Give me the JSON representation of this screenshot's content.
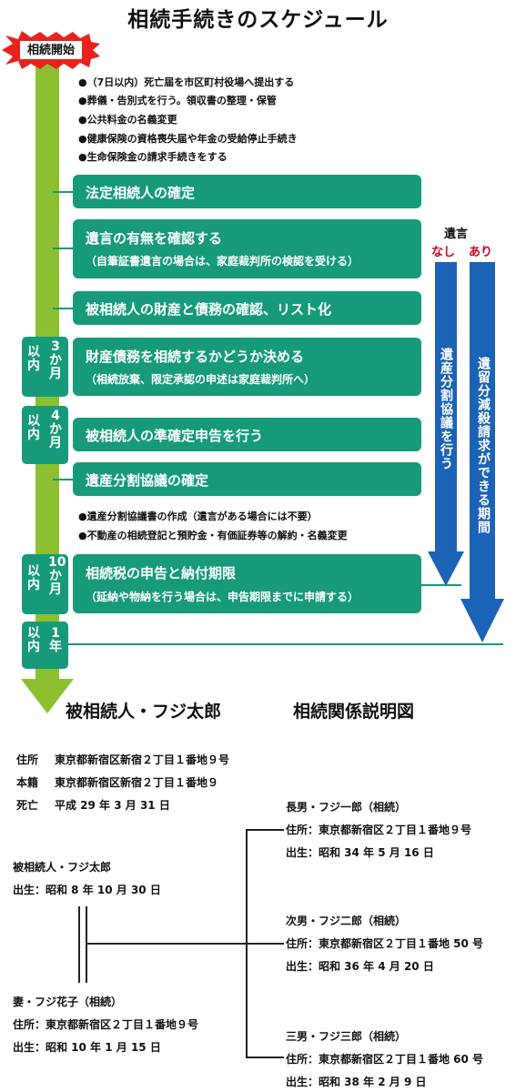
{
  "title": "相続手続きのスケジュール",
  "start_label": "相続開始",
  "initial_items": [
    "●（7日以内）死亡届を市区町村役場へ提出する",
    "●葬儀・告別式を行う。領収書の整理・保管",
    "●公共料金の名義変更",
    "●健康保険の資格喪失届や年金の受給停止手続き",
    "●生命保険金の請求手続きをする"
  ],
  "stages": [
    {
      "main": "法定相続人の確定",
      "sub": ""
    },
    {
      "main": "遺言の有無を確認する",
      "sub": "（自筆証書遺言の場合は、家庭裁判所の検認を受ける）"
    },
    {
      "main": "被相続人の財産と債務の確認、リスト化",
      "sub": ""
    },
    {
      "main": "財産債務を相続するかどうか決める",
      "sub": "（相続放棄、限定承認の申述は家庭裁判所へ）"
    },
    {
      "main": "被相続人の準確定申告を行う",
      "sub": ""
    },
    {
      "main": "遺産分割協議の確定",
      "sub": ""
    },
    {
      "main": "相続税の申告と納付期限",
      "sub": "（延納や物納を行う場合は、申告期限までに申請する）"
    }
  ],
  "post_items": [
    "●遺産分割協議書の作成（遺言がある場合には不要）",
    "●不動産の相続登記と預貯金・有価証券等の解約・名義変更"
  ],
  "periods": [
    {
      "left": "以内",
      "right": "3か月"
    },
    {
      "left": "以内",
      "right": "4か月"
    },
    {
      "left": "以内",
      "right": "10か月"
    },
    {
      "left": "以内",
      "right": "1年"
    }
  ],
  "will": {
    "label": "遺言",
    "none": "なし",
    "exists": "あり",
    "none_arrow": "遺産分割協議を行う",
    "exists_arrow": "遺留分減殺請求ができる期間"
  },
  "colors": {
    "timeline": "#8cc031",
    "stage": "#169a7a",
    "arrow": "#1b63b6",
    "accent": "#d0021b",
    "burst": "#e8231b"
  },
  "family": {
    "title": "被相続人・フジ太郎",
    "title2": "相続関係説明図",
    "deceased_info": [
      {
        "label": "住所",
        "value": "東京都新宿区新宿２丁目１番地９号"
      },
      {
        "label": "本籍",
        "value": "東京都新宿区新宿２丁目１番地９"
      },
      {
        "label": "死亡",
        "value": "平成 29 年 3 月 31 日"
      }
    ],
    "deceased": {
      "name": "被相続人・フジ太郎",
      "birth": "出生：昭和 8 年 10 月 30 日"
    },
    "spouse": {
      "name": "妻・フジ花子（相続）",
      "address": "住所：東京都新宿区２丁目１番地９号",
      "birth": "出生：昭和 10 年 1 月 15 日"
    },
    "children": [
      {
        "name": "長男・フジ一郎（相続）",
        "address": "住所：東京都新宿区２丁目１番地９号",
        "birth": "出生：昭和 34 年 5 月 16 日"
      },
      {
        "name": "次男・フジ二郎（相続）",
        "address": "住所：東京都新宿区２丁目１番地 50 号",
        "birth": "出生：昭和 36 年 4 月 20 日"
      },
      {
        "name": "三男・フジ三郎（相続）",
        "address": "住所：東京都新宿区２丁目１番地 60 号",
        "birth": "出生：昭和 38 年 2 月 9 日"
      }
    ]
  }
}
